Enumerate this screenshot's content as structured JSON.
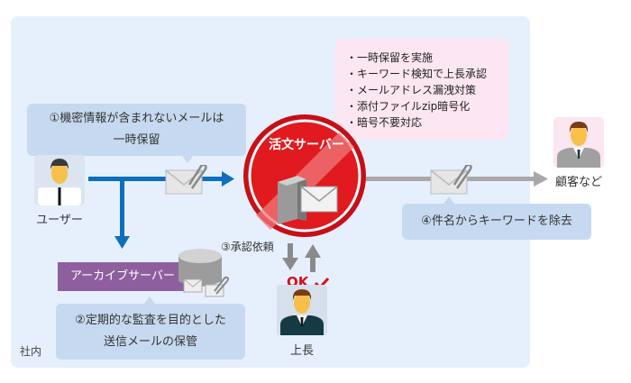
{
  "zone": {
    "label": "社内"
  },
  "features": {
    "items": [
      "一時保留を実施",
      "キーワード検知で上長承認",
      "メールアドレス漏洩対策",
      "添付ファイルzip暗号化",
      "暗号不要対応"
    ]
  },
  "callouts": {
    "step1": {
      "line1": "①機密情報が含まれないメールは",
      "line2": "一時保留"
    },
    "step2": {
      "line1": "②定期的な監査を目的とした",
      "line2": "送信メールの保管"
    },
    "step3": {
      "label": "③承認依頼"
    },
    "step4": {
      "label": "④件名からキーワードを除去"
    }
  },
  "actors": {
    "user": {
      "label": "ユーザー",
      "icon": "user-icon"
    },
    "manager": {
      "label": "上長",
      "icon": "manager-icon",
      "approval": "OK",
      "approval_icon": "checkmark-icon"
    },
    "customer": {
      "label": "顧客など",
      "icon": "customer-icon"
    }
  },
  "servers": {
    "katsubun": {
      "label": "活文サーバー",
      "icon": "mail-server-icon"
    },
    "archive": {
      "label": "アーカイブサーバー",
      "icon": "database-icon"
    }
  },
  "colors": {
    "zone_bg": "#e6f0fc",
    "callout_bg": "#c7d9f0",
    "features_bg": "#fce6f1",
    "server_red": "#d3121a",
    "archive_purple": "#8e5f9f",
    "flow_blue": "#0e6fbd",
    "flow_gray": "#a8a8a8"
  }
}
